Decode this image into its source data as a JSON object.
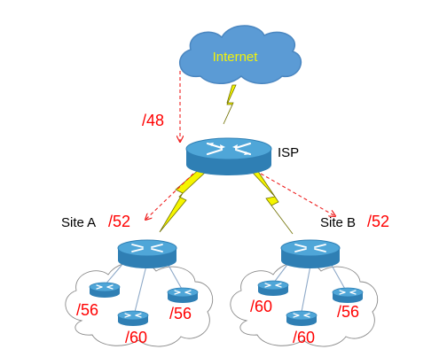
{
  "colors": {
    "cloud_fill": "#5b9bd5",
    "cloud_edge": "#4a86c0",
    "internet_text": "#f2f20a",
    "router_side": "#2f7fb4",
    "router_top": "#4fa6d8",
    "link_bolt": "#f5f500",
    "link_line": "#8ea9c8",
    "prefix_red": "#ff0000",
    "dash_red": "#ee2020",
    "label_black": "#000000"
  },
  "nodes": {
    "internet": {
      "label": "Internet",
      "icon": "cloud-icon"
    },
    "isp": {
      "label": "ISP",
      "icon": "router-icon"
    },
    "site_a": {
      "label": "Site A",
      "prefix": "/52",
      "icon": "router-icon"
    },
    "site_b": {
      "label": "Site B",
      "prefix": "/52",
      "icon": "router-icon"
    }
  },
  "allocations": {
    "isp_prefix": "/48"
  },
  "site_a_lan": {
    "icon": "lan-cloud-icon",
    "routers": [
      {
        "prefix": "/56"
      },
      {
        "prefix": "/60"
      },
      {
        "prefix": "/56"
      }
    ]
  },
  "site_b_lan": {
    "icon": "lan-cloud-icon",
    "routers": [
      {
        "prefix": "/60"
      },
      {
        "prefix": "/60"
      },
      {
        "prefix": "/56"
      }
    ]
  }
}
